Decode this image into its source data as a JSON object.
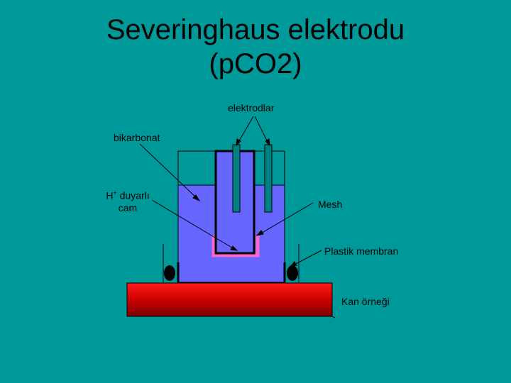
{
  "title": {
    "line1": "Severinghaus elektrodu",
    "line2": "(pCO2)"
  },
  "labels": {
    "elektrodlar": "elektrodlar",
    "bikarbonat": "bikarbonat",
    "h_sensitive_prefix": "H",
    "h_sensitive_sup": "+",
    "h_sensitive_rest": " duyarlı",
    "h_sensitive_line2": "cam",
    "mesh": "Mesh",
    "plastik_membran": "Plastik membran",
    "kan_ornegi": "Kan örneği"
  },
  "colors": {
    "background": "#009999",
    "solution": "#6666FF",
    "glass_tip": "#FF66CC",
    "blood": "#CC0000",
    "electrode": "#008080"
  }
}
